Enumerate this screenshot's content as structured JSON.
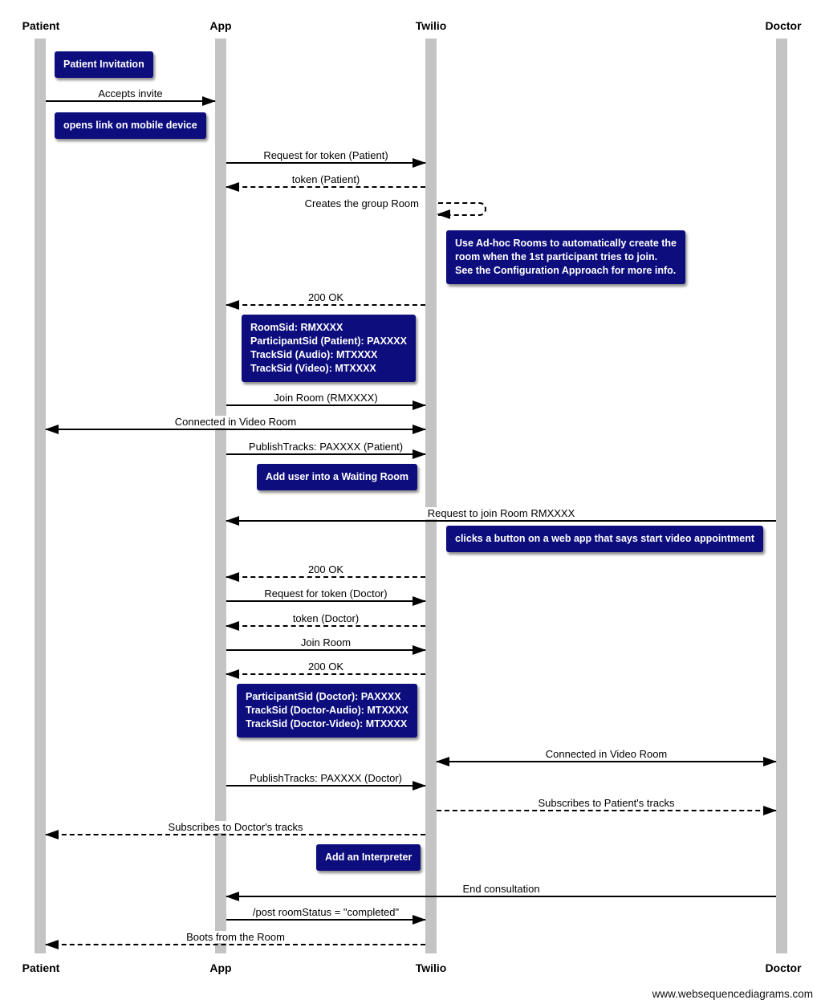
{
  "diagram": {
    "actors": [
      {
        "name": "Patient"
      },
      {
        "name": "App"
      },
      {
        "name": "Twilio"
      },
      {
        "name": "Doctor"
      }
    ],
    "messages": [
      {
        "label": "Accepts invite",
        "from": "Patient",
        "to": "App",
        "style": "solid"
      },
      {
        "label": "Request for token (Patient)",
        "from": "App",
        "to": "Twilio",
        "style": "solid"
      },
      {
        "label": "token (Patient)",
        "from": "Twilio",
        "to": "App",
        "style": "dashed"
      },
      {
        "label": "Creates the group Room",
        "from": "Twilio",
        "to": "Twilio",
        "style": "dashed-self"
      },
      {
        "label": "200 OK",
        "from": "Twilio",
        "to": "App",
        "style": "dashed"
      },
      {
        "label": "Join Room (RMXXXX)",
        "from": "App",
        "to": "Twilio",
        "style": "solid"
      },
      {
        "label": "Connected in Video Room",
        "from": "Patient",
        "to": "Twilio",
        "style": "solid-bidirectional"
      },
      {
        "label": "PublishTracks: PAXXXX (Patient)",
        "from": "App",
        "to": "Twilio",
        "style": "solid"
      },
      {
        "label": "Request to join Room RMXXXX",
        "from": "Doctor",
        "to": "App",
        "style": "solid"
      },
      {
        "label": "200 OK",
        "from": "Twilio",
        "to": "App",
        "style": "dashed"
      },
      {
        "label": "Request for token (Doctor)",
        "from": "App",
        "to": "Twilio",
        "style": "solid"
      },
      {
        "label": "token (Doctor)",
        "from": "Twilio",
        "to": "App",
        "style": "dashed"
      },
      {
        "label": "Join Room",
        "from": "App",
        "to": "Twilio",
        "style": "solid"
      },
      {
        "label": "200 OK",
        "from": "Twilio",
        "to": "App",
        "style": "dashed"
      },
      {
        "label": "Connected in Video Room",
        "from": "Twilio",
        "to": "Doctor",
        "style": "solid-bidirectional"
      },
      {
        "label": "PublishTracks: PAXXXX (Doctor)",
        "from": "App",
        "to": "Twilio",
        "style": "solid"
      },
      {
        "label": "Subscribes to Patient's tracks",
        "from": "Twilio",
        "to": "Doctor",
        "style": "dashed"
      },
      {
        "label": "Subscribes to Doctor's tracks",
        "from": "Twilio",
        "to": "Patient",
        "style": "dashed"
      },
      {
        "label": "End consultation",
        "from": "Doctor",
        "to": "App",
        "style": "solid"
      },
      {
        "label": "/post roomStatus = \"completed\"",
        "from": "App",
        "to": "Twilio",
        "style": "solid"
      },
      {
        "label": "Boots from the Room",
        "from": "Twilio",
        "to": "Patient",
        "style": "dashed"
      }
    ],
    "notes": [
      {
        "lines": [
          "Patient Invitation"
        ]
      },
      {
        "lines": [
          "opens link on mobile device"
        ]
      },
      {
        "lines": [
          "Use Ad-hoc Rooms to automatically create the",
          "room when the 1st participant tries to join.",
          "See the Configuration Approach for more info."
        ]
      },
      {
        "lines": [
          "RoomSid: RMXXXX",
          "ParticipantSid (Patient): PAXXXX",
          "TrackSid (Audio): MTXXXX",
          "TrackSid (Video): MTXXXX"
        ]
      },
      {
        "lines": [
          "Add user into a Waiting Room"
        ]
      },
      {
        "lines": [
          "clicks a button on a web app that says start video appointment"
        ]
      },
      {
        "lines": [
          "ParticipantSid (Doctor): PAXXXX",
          "TrackSid (Doctor-Audio): MTXXXX",
          "TrackSid (Doctor-Video): MTXXXX"
        ]
      },
      {
        "lines": [
          "Add an Interpreter"
        ]
      }
    ],
    "watermark": "www.websequencediagrams.com",
    "colors": {
      "note_fill": "#0d0d7e",
      "note_text": "#ffffff",
      "lifeline": "#c4c4c4",
      "arrow": "#000000",
      "background": "#ffffff",
      "label_text": "#000000"
    }
  }
}
